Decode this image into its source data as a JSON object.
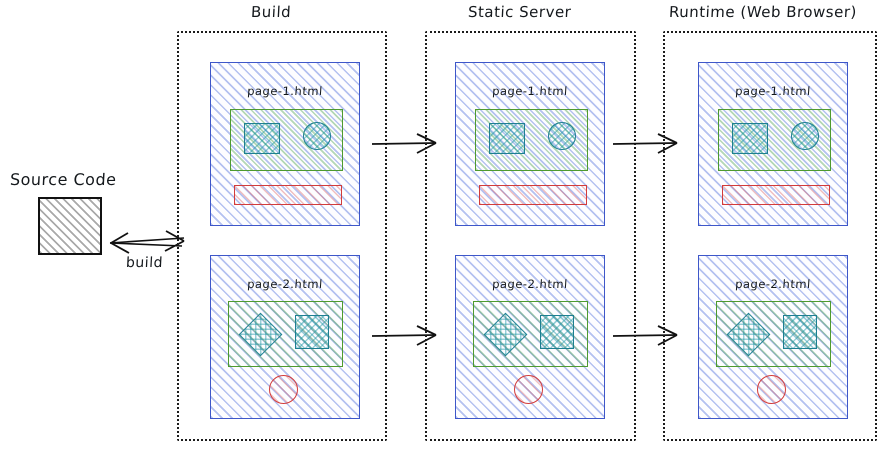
{
  "diagram": {
    "title_source": "Source Code",
    "edge_label_build": "build",
    "columns": [
      {
        "id": "build",
        "title": "Build"
      },
      {
        "id": "static-server",
        "title": "Static Server"
      },
      {
        "id": "runtime",
        "title": "Runtime (Web Browser)"
      }
    ],
    "page_names": {
      "page1": "page-1.html",
      "page2": "page-2.html"
    },
    "colors": {
      "page_card_border": "#3e57c9",
      "content_border": "#4e9a2f",
      "accent_red": "#d23b3b",
      "accent_teal": "#1d7f91",
      "group_border": "#1c1c1c",
      "source_box": "#111111"
    },
    "cards": [
      {
        "column": "build",
        "page": "page-1.html",
        "row": "top"
      },
      {
        "column": "build",
        "page": "page-2.html",
        "row": "bottom"
      },
      {
        "column": "static-server",
        "page": "page-1.html",
        "row": "top"
      },
      {
        "column": "static-server",
        "page": "page-2.html",
        "row": "bottom"
      },
      {
        "column": "runtime",
        "page": "page-1.html",
        "row": "top"
      },
      {
        "column": "runtime",
        "page": "page-2.html",
        "row": "bottom"
      }
    ],
    "flow": [
      {
        "from": "source-code",
        "to": "build",
        "label": "build",
        "double": true
      },
      {
        "from": "build",
        "to": "static-server",
        "label": "",
        "double": false
      },
      {
        "from": "static-server",
        "to": "runtime",
        "label": "",
        "double": false
      }
    ]
  }
}
